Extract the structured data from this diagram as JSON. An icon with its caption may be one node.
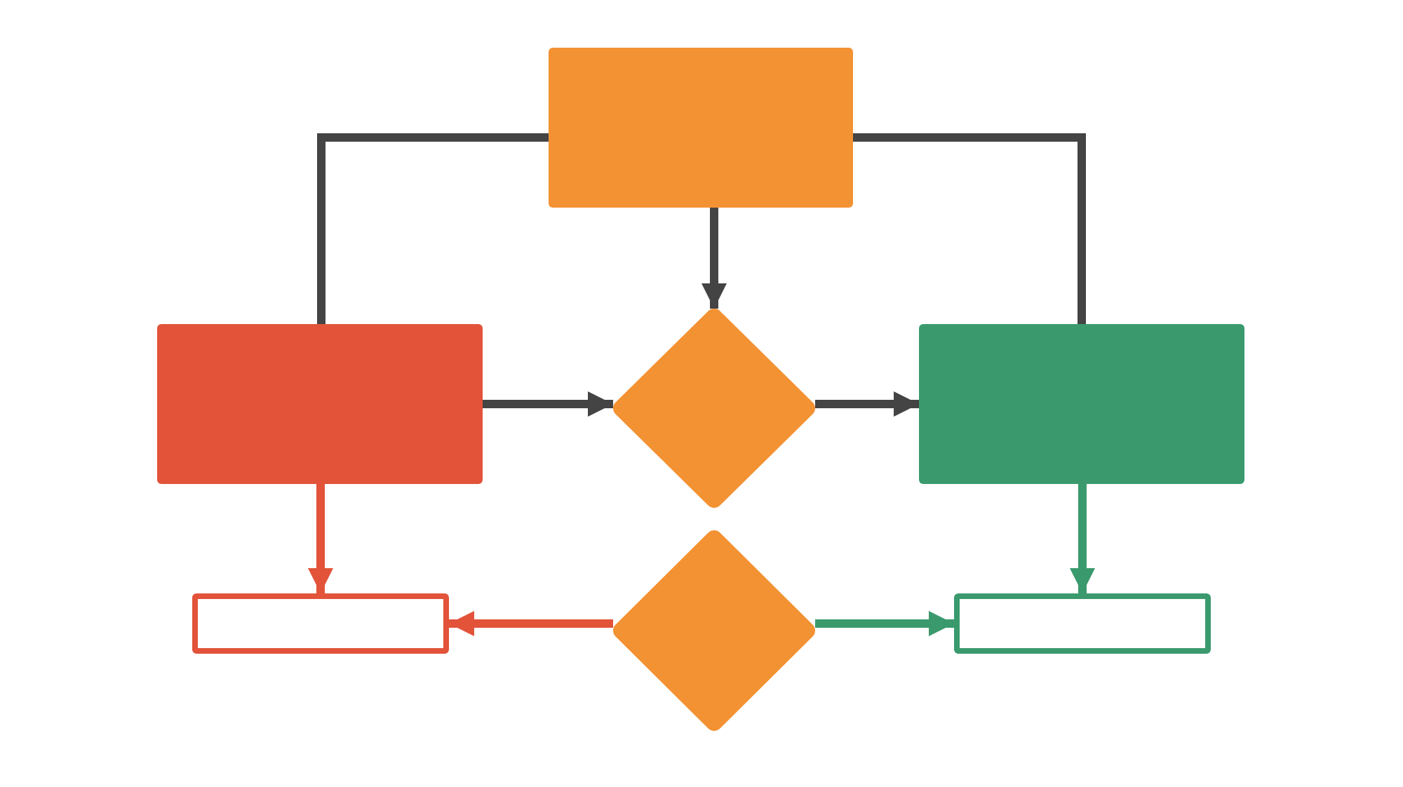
{
  "diagram": {
    "nodes": [
      {
        "text": [],
        "shape": "box"
      },
      {
        "text": [],
        "shape": "box"
      },
      {
        "text": [],
        "shape": "diamond"
      },
      {
        "text": [],
        "shape": "box"
      },
      {
        "text": [],
        "shape": "diamond"
      },
      {
        "text": [],
        "shape": "box"
      },
      {
        "text": [],
        "shape": "box"
      }
    ],
    "edges": [
      {
        "from": 0,
        "to": 1,
        "arrow": "none"
      },
      {
        "from": 0,
        "to": 3,
        "arrow": "none"
      },
      {
        "from": 0,
        "to": 2,
        "arrow": "to"
      },
      {
        "from": 1,
        "to": 2,
        "arrow": "to"
      },
      {
        "from": 2,
        "to": 3,
        "arrow": "to"
      },
      {
        "from": 1,
        "to": 5,
        "arrow": "to",
        "color": "#e2533a"
      },
      {
        "from": 3,
        "to": 6,
        "arrow": "to",
        "color": "#3a9a6e"
      },
      {
        "from": 4,
        "to": 5,
        "arrow": "to",
        "color": "#e2533a"
      },
      {
        "from": 4,
        "to": 6,
        "arrow": "to",
        "color": "#3a9a6e"
      }
    ]
  }
}
